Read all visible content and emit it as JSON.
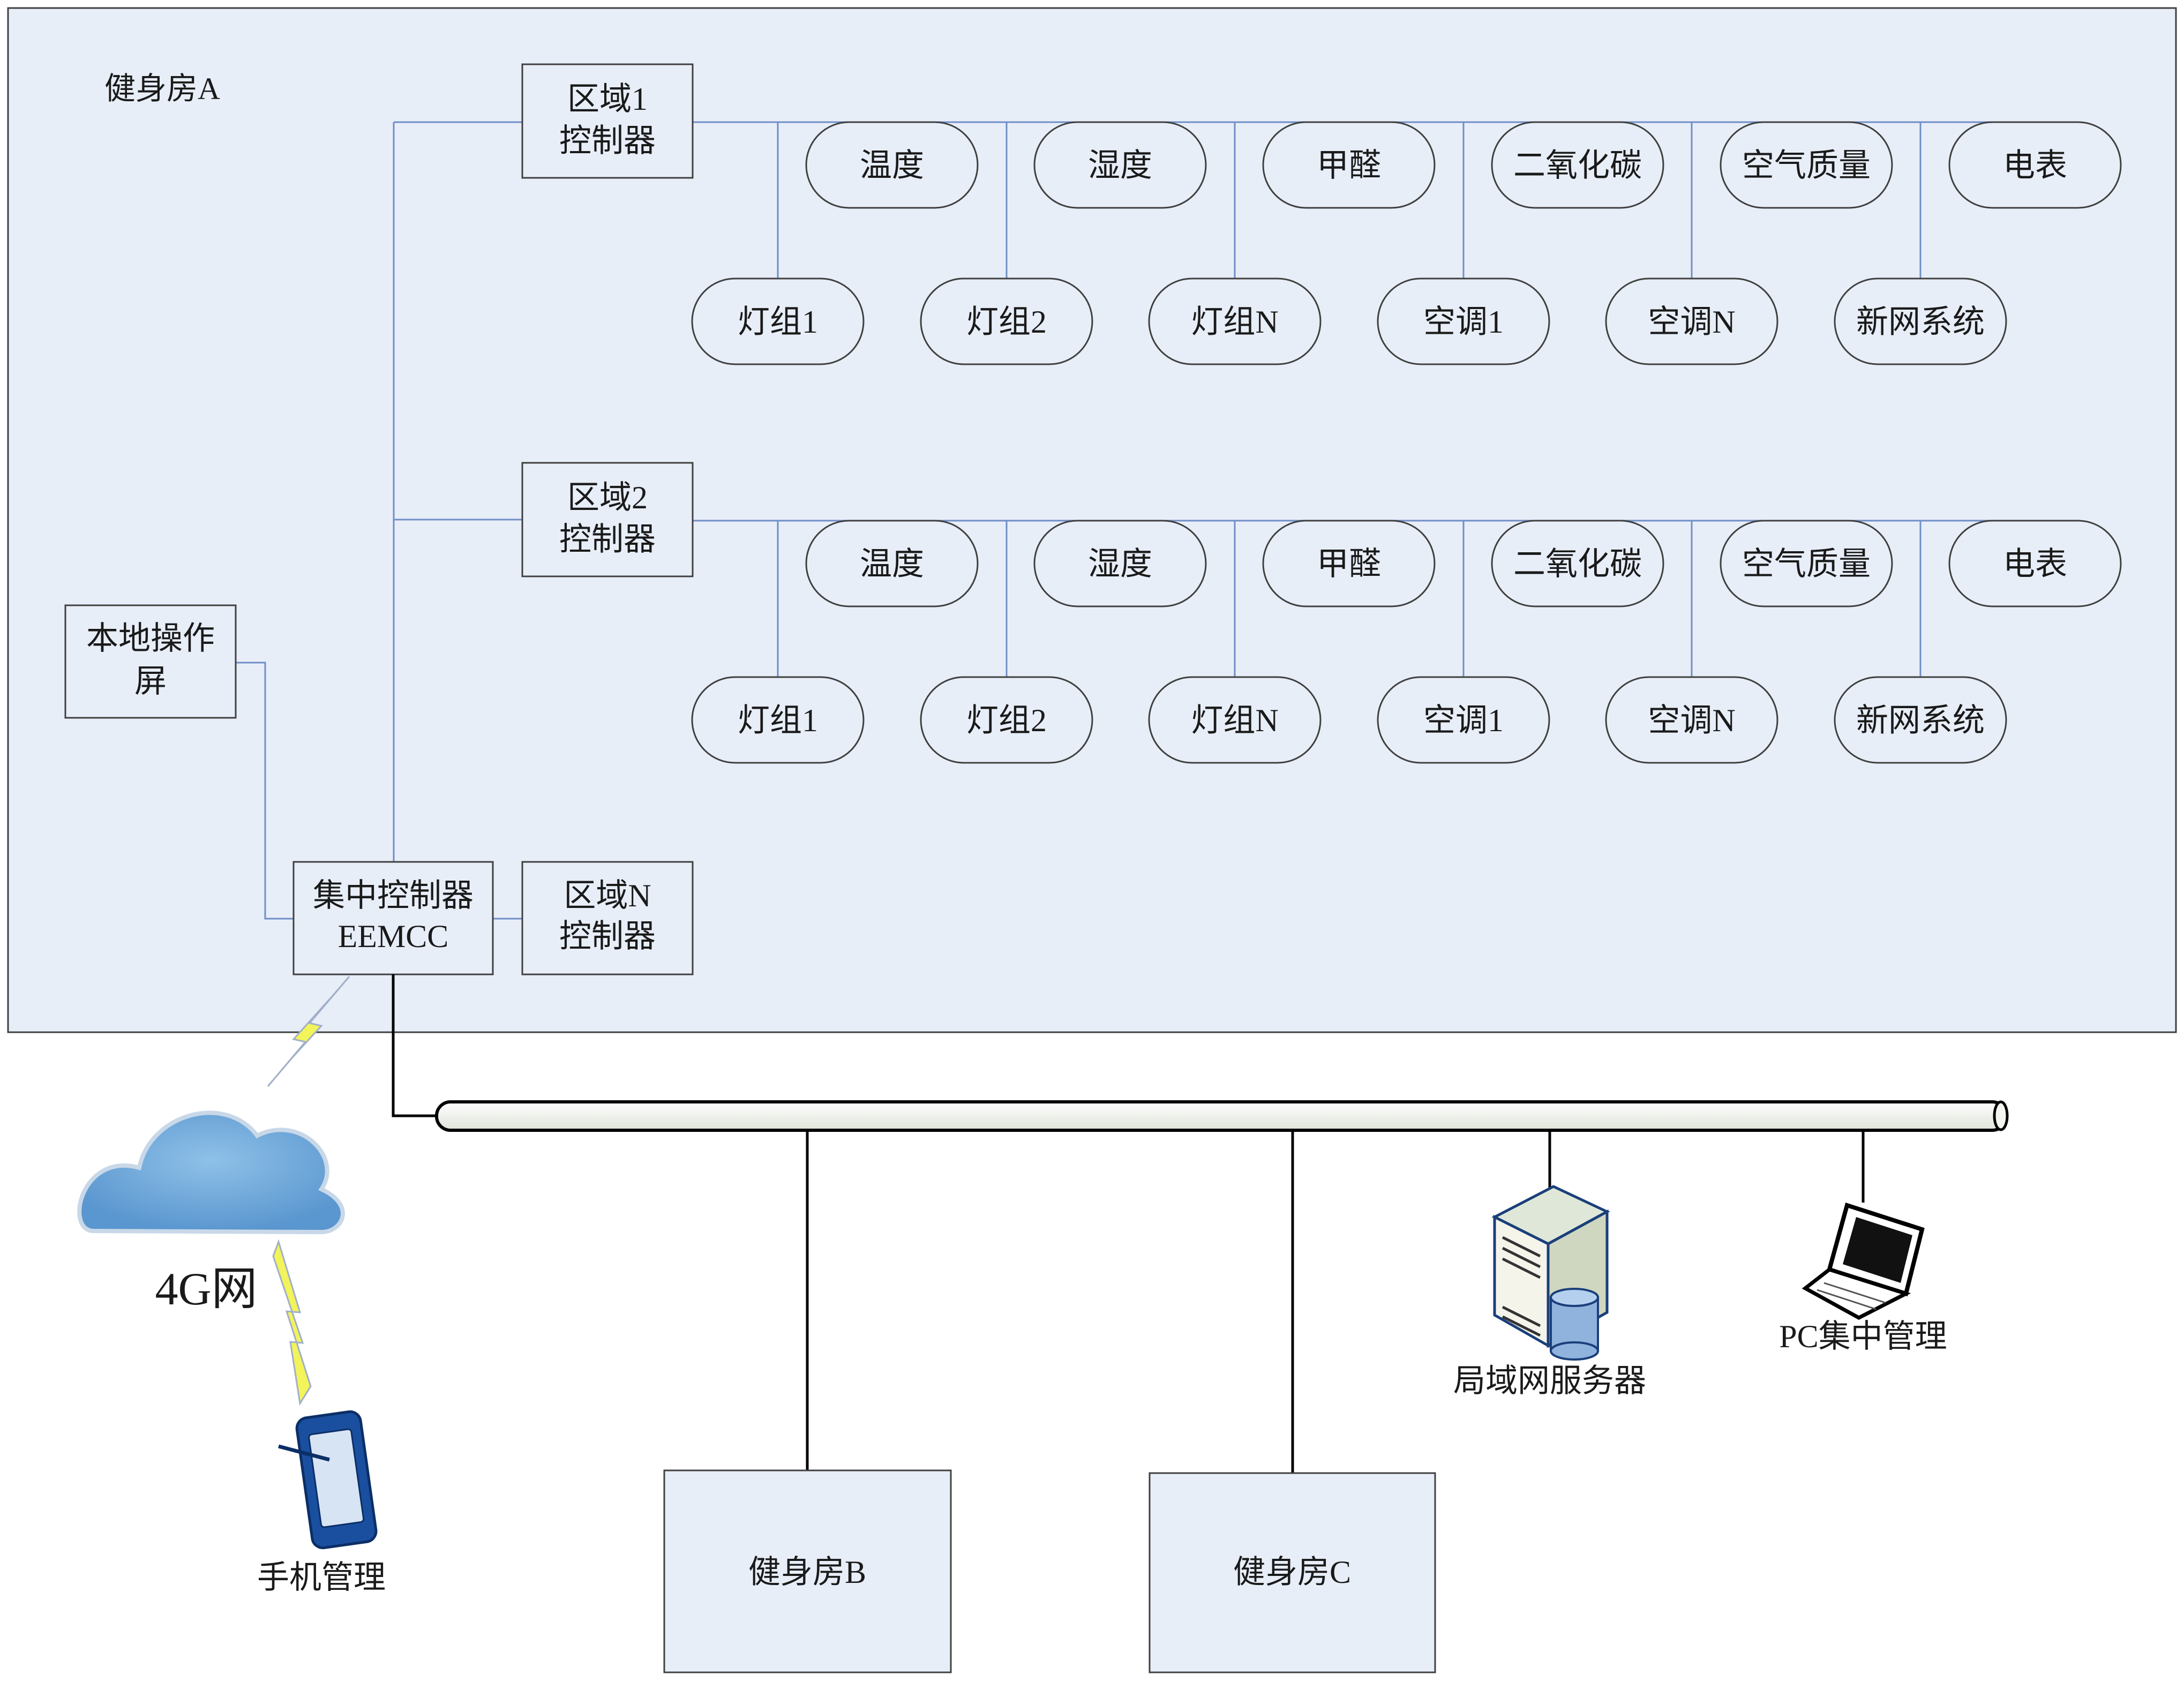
{
  "gym_a": {
    "title": "健身房A"
  },
  "zones": [
    {
      "controller": [
        "区域1",
        "控制器"
      ],
      "sensors": [
        "温度",
        "湿度",
        "甲醛",
        "二氧化碳",
        "空气质量",
        "电表"
      ],
      "actuators": [
        "灯组1",
        "灯组2",
        "灯组N",
        "空调1",
        "空调N",
        "新网系统"
      ]
    },
    {
      "controller": [
        "区域2",
        "控制器"
      ],
      "sensors": [
        "温度",
        "湿度",
        "甲醛",
        "二氧化碳",
        "空气质量",
        "电表"
      ],
      "actuators": [
        "灯组1",
        "灯组2",
        "灯组N",
        "空调1",
        "空调N",
        "新网系统"
      ]
    }
  ],
  "zone_n": {
    "label": [
      "区域N",
      "控制器"
    ]
  },
  "local_screen": {
    "label": [
      "本地操作",
      "屏"
    ]
  },
  "central": {
    "label": [
      "集中控制器",
      "EEMCC"
    ]
  },
  "network": {
    "cloud_label": "4G网",
    "phone_label": "手机管理",
    "server_label": "局域网服务器",
    "pc_label": "PC集中管理"
  },
  "gym_b": {
    "label": "健身房B"
  },
  "gym_c": {
    "label": "健身房C"
  }
}
